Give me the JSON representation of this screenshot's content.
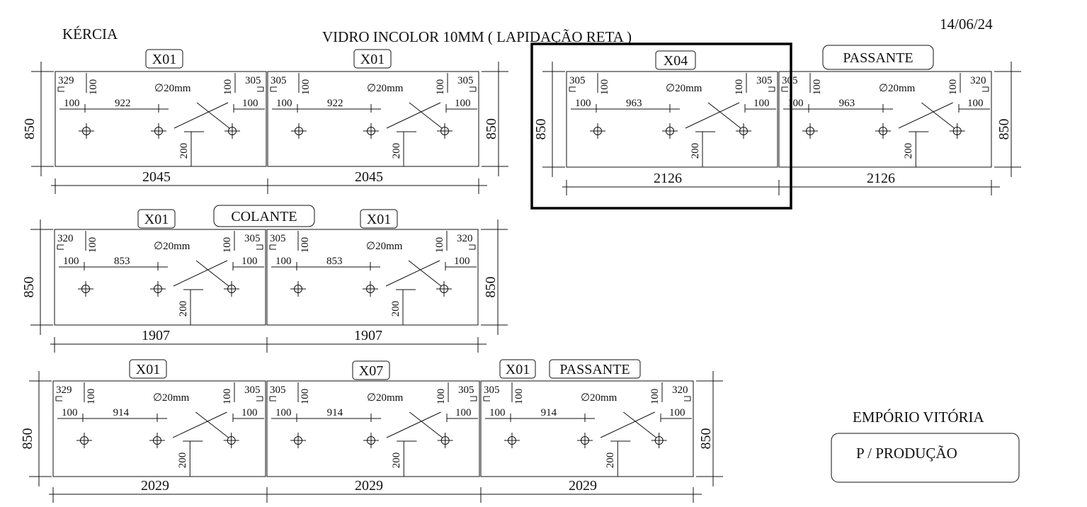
{
  "header": {
    "client": "KÉRCIA",
    "title": "VIDRO INCOLOR 10MM ( LAPIDAÇÃO RETA )",
    "date": "14/06/24"
  },
  "footer": {
    "project": "EMPÓRIO VITÓRIA",
    "stamp": "P / PRODUÇÃO"
  },
  "common": {
    "height_label": "850",
    "hole_label": "∅20mm",
    "edge_100": "100",
    "drop_200": "200"
  },
  "rows": [
    {
      "panels": [
        {
          "tag": "X01",
          "left_offset": "329",
          "right_offset": "305",
          "spacing": "922",
          "width": "2045"
        },
        {
          "tag": "X01",
          "left_offset": "305",
          "right_offset": "305",
          "spacing": "922",
          "width": "2045"
        }
      ],
      "notes": []
    },
    {
      "panels": [
        {
          "tag": "X04",
          "left_offset": "305",
          "right_offset": "305",
          "spacing": "963",
          "width": "2126"
        },
        {
          "tag": "",
          "left_offset": "305",
          "right_offset": "320",
          "spacing": "963",
          "width": "2126"
        }
      ],
      "notes": [
        "PASSANTE"
      ]
    },
    {
      "panels": [
        {
          "tag": "X01",
          "left_offset": "320",
          "right_offset": "305",
          "spacing": "853",
          "width": "1907"
        },
        {
          "tag": "X01",
          "left_offset": "305",
          "right_offset": "320",
          "spacing": "853",
          "width": "1907"
        }
      ],
      "notes": [
        "COLANTE"
      ]
    },
    {
      "panels": [
        {
          "tag": "X01",
          "left_offset": "329",
          "right_offset": "305",
          "spacing": "914",
          "width": "2029"
        },
        {
          "tag": "X07",
          "left_offset": "305",
          "right_offset": "305",
          "spacing": "914",
          "width": "2029"
        },
        {
          "tag": "X01",
          "left_offset": "305",
          "right_offset": "320",
          "spacing": "914",
          "width": "2029"
        }
      ],
      "notes": [
        "PASSANTE"
      ]
    }
  ]
}
